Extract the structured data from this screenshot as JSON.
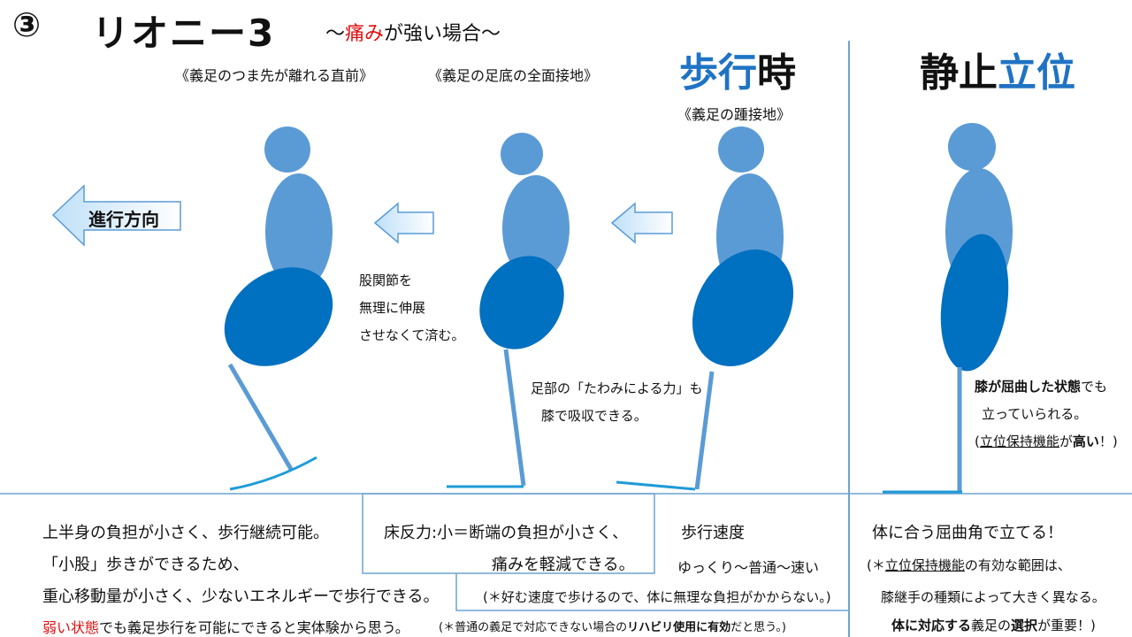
{
  "title": {
    "number": "③",
    "main": "リオニー3",
    "sub_pre": "〜",
    "sub_red": "痛み",
    "sub_post": "が強い場合〜"
  },
  "headers": {
    "walking_blue": "歩行",
    "walking_black": "時",
    "standing_black": "静止",
    "standing_blue": "立位"
  },
  "phase_labels": {
    "toe_off": "《義足のつま先が離れる直前》",
    "flat_foot": "《義足の足底の全面接地》",
    "heel_strike": "《義足の踵接地》"
  },
  "direction_label": "進行方向",
  "notes": {
    "hip": [
      "股関節を",
      "無理に伸展",
      "させなくて済む。"
    ],
    "foot": [
      "足部の「たわみによる力」も",
      "膝で吸収できる。"
    ],
    "standing": {
      "line1_bold": "膝が屈曲した状態",
      "line1_rest": "でも",
      "line2": "立っていられる。",
      "line3_open": "(",
      "line3_underline": "立位保持機能",
      "line3_mid": "が",
      "line3_bold": "高い",
      "line3_close": "！)"
    }
  },
  "bottom": {
    "col1": {
      "line1": "上半身の負担が小さく、歩行継続可能。",
      "line2": "「小股」歩きができるため、",
      "line3": "重心移動量が小さく、少ないエネルギーで歩行できる。",
      "line4_red": "弱い状態",
      "line4_rest": "でも義足歩行を可能にできると実体験から思う。"
    },
    "col2": {
      "line1": "床反力:小＝断端の負担が小さく、",
      "line2": "痛みを軽減できる。"
    },
    "col3": {
      "line1": "歩行速度",
      "line2": "ゆっくり〜普通〜速い"
    },
    "note_free_speed": "(＊好む速度で歩けるので、体に無理な負担がかからない。)",
    "note_rehab_pre": "(＊普通の義足で対応できない場合の",
    "note_rehab_bold": "リハビリ使用に有効",
    "note_rehab_post": "だと思う。)",
    "col4": {
      "line1": "体に合う屈曲角で立てる！",
      "line2_open": "(＊",
      "line2_underline": "立位保持機能",
      "line2_rest": "の有効な範囲は、",
      "line3": "膝継手の種類によって大きく異なる。",
      "line4_bold": "体に対応する",
      "line4_mid": "義足の",
      "line4_bold2": "選択",
      "line4_rest": "が重要！)"
    }
  },
  "colors": {
    "accent_blue": "#1f73c4",
    "body_light": "#5b9bd5",
    "body_dark": "#0070c0",
    "red": "#e01010"
  }
}
